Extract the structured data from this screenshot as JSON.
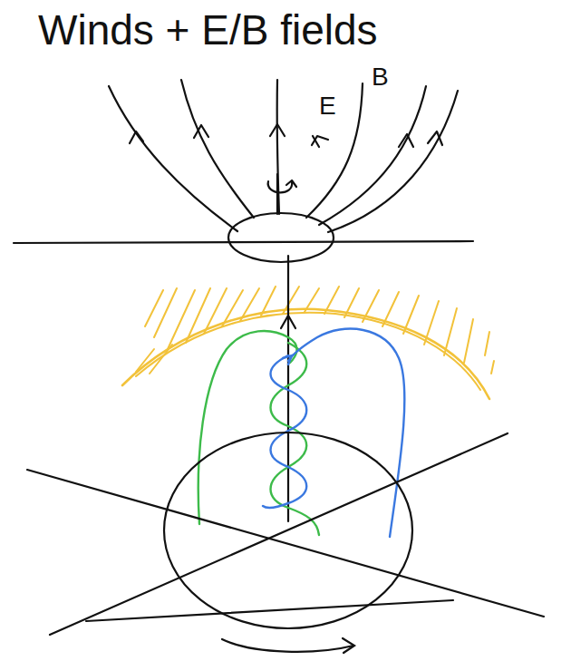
{
  "diagram": {
    "title": "Winds + E/B fields",
    "labels": [
      "E",
      "B"
    ]
  }
}
